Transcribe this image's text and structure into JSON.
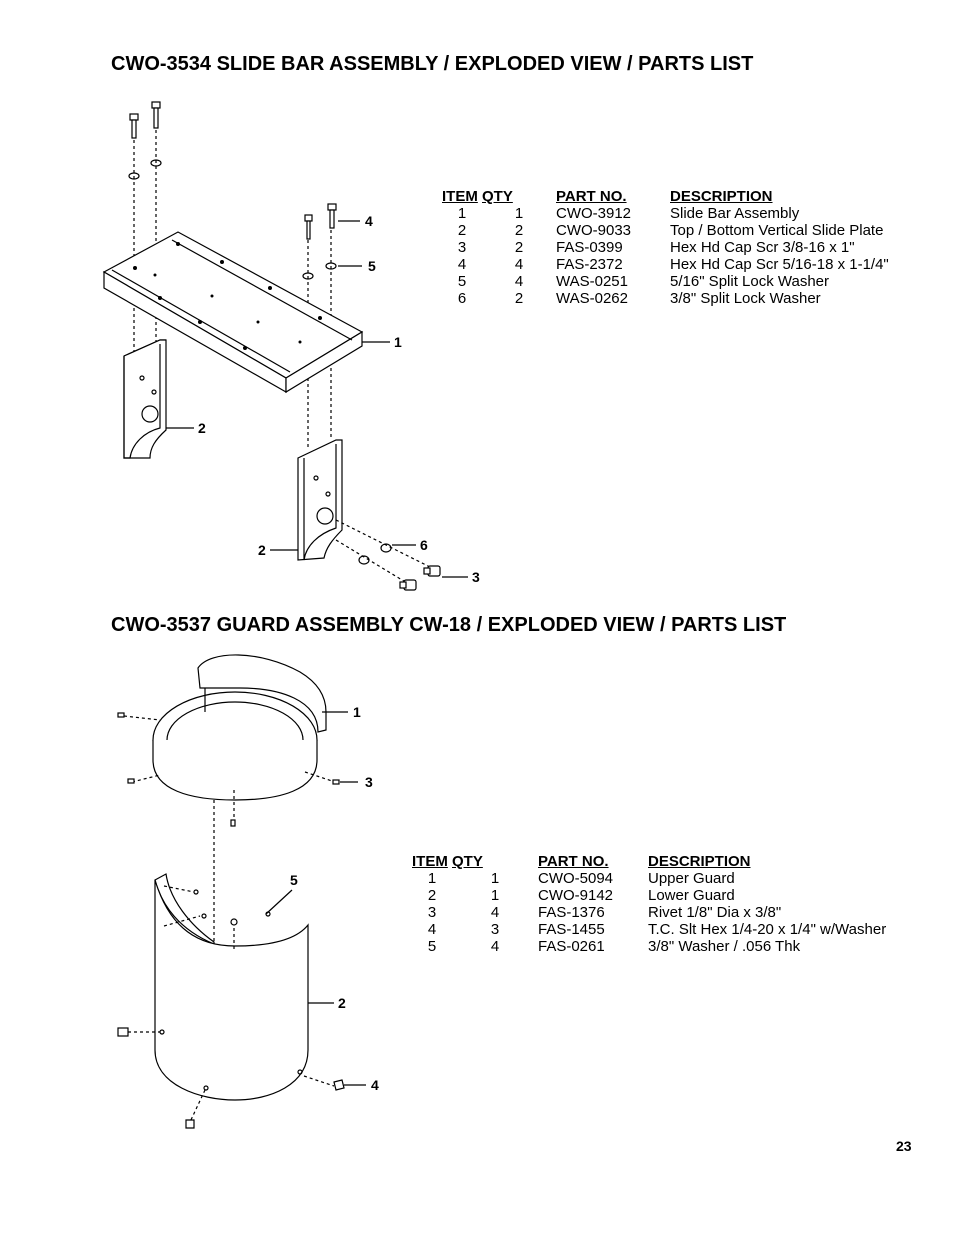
{
  "section1": {
    "title": "CWO-3534 SLIDE BAR ASSEMBLY / EXPLODED VIEW / PARTS LIST",
    "headers": [
      "ITEM",
      "QTY",
      "PART NO.",
      "DESCRIPTION"
    ],
    "rows": [
      [
        "1",
        "1",
        "CWO-3912",
        "Slide Bar Assembly"
      ],
      [
        "2",
        "2",
        "CWO-9033",
        "Top / Bottom Vertical Slide Plate"
      ],
      [
        "3",
        "2",
        "FAS-0399",
        "Hex Hd Cap Scr 3/8-16 x 1\""
      ],
      [
        "4",
        "4",
        "FAS-2372",
        "Hex Hd Cap Scr 5/16-18 x 1-1/4\""
      ],
      [
        "5",
        "4",
        "WAS-0251",
        "5/16\" Split Lock Washer"
      ],
      [
        "6",
        "2",
        "WAS-0262",
        "3/8\" Split Lock Washer"
      ]
    ],
    "callouts": [
      "4",
      "5",
      "1",
      "2",
      "2",
      "6",
      "3"
    ]
  },
  "section2": {
    "title": "CWO-3537 GUARD ASSEMBLY CW-18 / EXPLODED VIEW / PARTS LIST",
    "headers": [
      "ITEM",
      "QTY",
      "PART NO.",
      "DESCRIPTION"
    ],
    "rows": [
      [
        "1",
        "1",
        "CWO-5094",
        "Upper Guard"
      ],
      [
        "2",
        "1",
        "CWO-9142",
        "Lower Guard"
      ],
      [
        "3",
        "4",
        "FAS-1376",
        "Rivet 1/8\" Dia x 3/8\""
      ],
      [
        "4",
        "3",
        "FAS-1455",
        "T.C. Slt Hex 1/4-20 x 1/4\" w/Washer"
      ],
      [
        "5",
        "4",
        "FAS-0261",
        "3/8\" Washer  / .056 Thk"
      ]
    ],
    "callouts": [
      "1",
      "3",
      "5",
      "2",
      "4"
    ]
  },
  "page_number": "23"
}
